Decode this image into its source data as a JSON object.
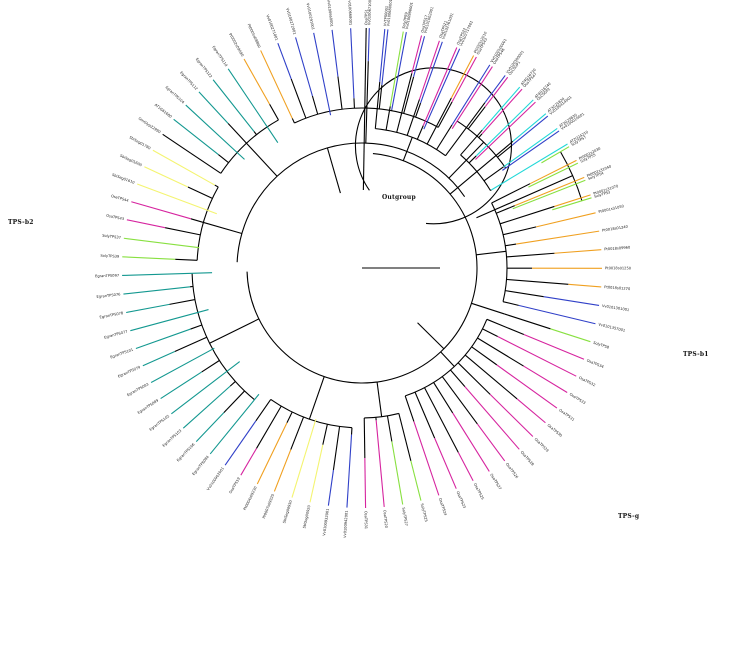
{
  "tree": {
    "group_labels": [
      "TPS-b2",
      "Outgroup",
      "TPS-b1",
      "TPS-g"
    ],
    "colors": {
      "black": "#000000",
      "magenta": "#d6249f",
      "cyan": "#22d8d8",
      "orange": "#f0a020",
      "green": "#88e040",
      "blue": "#3040c8",
      "yellow": "#f4f470",
      "teal": "#139890"
    },
    "leaves": [
      {
        "label": "OsaTPS1",
        "color": "black"
      },
      {
        "label": "VvTPS0001",
        "color": "blue"
      },
      {
        "label": "SolyTPS9",
        "color": "green"
      },
      {
        "label": "OsaTPS17",
        "color": "magenta"
      },
      {
        "label": "OsaTPS21",
        "color": "magenta"
      },
      {
        "label": "OsaTPS22",
        "color": "magenta"
      },
      {
        "label": "Pt0001s2010",
        "color": "orange"
      },
      {
        "label": "Vv0100100001",
        "color": "blue"
      },
      {
        "label": "Vv0100300001",
        "color": "blue"
      },
      {
        "label": "AT4G16730",
        "color": "cyan"
      },
      {
        "label": "AT4G16740",
        "color": "cyan"
      },
      {
        "label": "AT3G25820",
        "color": "cyan"
      },
      {
        "label": "AT3G25830",
        "color": "cyan"
      },
      {
        "label": "AT2G24210",
        "color": "cyan"
      },
      {
        "label": "Pt0001s2030",
        "color": "orange"
      },
      {
        "label": "Pt0001s31040",
        "color": "orange"
      },
      {
        "label": "Pt0001s31070",
        "color": "orange"
      },
      {
        "label": "Pt0001s31050",
        "color": "orange"
      },
      {
        "label": "Pt0018s01240",
        "color": "orange"
      },
      {
        "label": "Pt0018s09960",
        "color": "orange"
      },
      {
        "label": "Pt0018s01250",
        "color": "orange"
      },
      {
        "label": "Pt0018s01270",
        "color": "orange"
      },
      {
        "label": "Vv0101301001",
        "color": "blue"
      },
      {
        "label": "Vv0101357001",
        "color": "blue"
      },
      {
        "label": "SolyTPS8",
        "color": "green"
      },
      {
        "label": "OsaTPS34",
        "color": "magenta"
      },
      {
        "label": "OsaTPS32",
        "color": "magenta"
      },
      {
        "label": "OsaTPS33",
        "color": "magenta"
      },
      {
        "label": "OsaTPS31",
        "color": "magenta"
      },
      {
        "label": "OsaTPS30",
        "color": "magenta"
      },
      {
        "label": "OsaTPS29",
        "color": "magenta"
      },
      {
        "label": "OsaTPS28",
        "color": "magenta"
      },
      {
        "label": "OsaTPS26",
        "color": "magenta"
      },
      {
        "label": "OsaTPS27",
        "color": "magenta"
      },
      {
        "label": "OsaTPS25",
        "color": "magenta"
      },
      {
        "label": "OsaTPS23",
        "color": "magenta"
      },
      {
        "label": "OsaTPS24",
        "color": "magenta"
      },
      {
        "label": "SolyTPS25",
        "color": "green"
      },
      {
        "label": "SolyTPS27",
        "color": "green"
      },
      {
        "label": "OsaTPS20",
        "color": "magenta"
      },
      {
        "label": "OsaTPS31",
        "color": "magenta"
      },
      {
        "label": "Vv0100942001",
        "color": "blue"
      },
      {
        "label": "Vv0100932001",
        "color": "blue"
      },
      {
        "label": "SbiSeg00920",
        "color": "yellow"
      },
      {
        "label": "SbiSeg00930",
        "color": "yellow"
      },
      {
        "label": "Pt0007s09320",
        "color": "orange"
      },
      {
        "label": "Pt0004s09230",
        "color": "orange"
      },
      {
        "label": "OsaTPS19",
        "color": "magenta"
      },
      {
        "label": "Vv0100902001",
        "color": "blue"
      },
      {
        "label": "EgranTPS084",
        "color": "teal"
      },
      {
        "label": "EgranTPS106",
        "color": "teal"
      },
      {
        "label": "EgranTPS103",
        "color": "teal"
      },
      {
        "label": "EgranTPS102",
        "color": "teal"
      },
      {
        "label": "EgranTPS089",
        "color": "teal"
      },
      {
        "label": "EgranTPS083",
        "color": "teal"
      },
      {
        "label": "EgranTPS079",
        "color": "teal"
      },
      {
        "label": "EgranTPS101",
        "color": "teal"
      },
      {
        "label": "EgranTPS077",
        "color": "teal"
      },
      {
        "label": "EgranTPS078",
        "color": "teal"
      },
      {
        "label": "EgranTPS076",
        "color": "teal"
      },
      {
        "label": "EgranTPS097",
        "color": "teal"
      },
      {
        "label": "SolyTPS39",
        "color": "green"
      },
      {
        "label": "SolyTPS37",
        "color": "green"
      },
      {
        "label": "OsaTPS43",
        "color": "magenta"
      },
      {
        "label": "OsaTPS44",
        "color": "magenta"
      },
      {
        "label": "SbiSeg01610",
        "color": "yellow"
      },
      {
        "label": "SbiSeg01600",
        "color": "yellow"
      },
      {
        "label": "SbiSeg01780",
        "color": "yellow"
      },
      {
        "label": "GmGlyp22990",
        "color": "black"
      },
      {
        "label": "AT1G61680",
        "color": "teal"
      },
      {
        "label": "EgranTPS104",
        "color": "teal"
      },
      {
        "label": "EgranTPS112",
        "color": "teal"
      },
      {
        "label": "EgranTPS122",
        "color": "teal"
      },
      {
        "label": "EgranTPS110",
        "color": "teal"
      },
      {
        "label": "Pt0002s09690",
        "color": "orange"
      },
      {
        "label": "Pt0005s08860",
        "color": "orange"
      },
      {
        "label": "Vv0100271001",
        "color": "blue"
      },
      {
        "label": "Vv0100272001",
        "color": "blue"
      },
      {
        "label": "Vv0100291001",
        "color": "blue"
      },
      {
        "label": "Vv0100660001",
        "color": "blue"
      },
      {
        "label": "Vv0100668001",
        "color": "blue"
      },
      {
        "label": "Vv0100671001",
        "color": "blue"
      },
      {
        "label": "Vv0100680001",
        "color": "blue"
      },
      {
        "label": "Vv0100986001",
        "color": "blue"
      },
      {
        "label": "Vv0101002001",
        "color": "blue"
      },
      {
        "label": "Vv0102761001",
        "color": "blue"
      },
      {
        "label": "Vv0102717001",
        "color": "blue"
      },
      {
        "label": "OsaTPS43",
        "color": "magenta"
      },
      {
        "label": "OsaTPS46",
        "color": "magenta"
      },
      {
        "label": "OsCSGP1",
        "color": "magenta"
      },
      {
        "label": "OsaTPS47",
        "color": "magenta"
      },
      {
        "label": "OsCSGP2",
        "color": "magenta"
      },
      {
        "label": "Vv0100414001",
        "color": "blue"
      },
      {
        "label": "Vv0100010001",
        "color": "blue"
      },
      {
        "label": "SolyTPS7",
        "color": "green"
      },
      {
        "label": "SolyTPS5",
        "color": "green"
      },
      {
        "label": "SolyTPS4",
        "color": "green"
      },
      {
        "label": "SolyTPS3",
        "color": "green"
      }
    ]
  }
}
